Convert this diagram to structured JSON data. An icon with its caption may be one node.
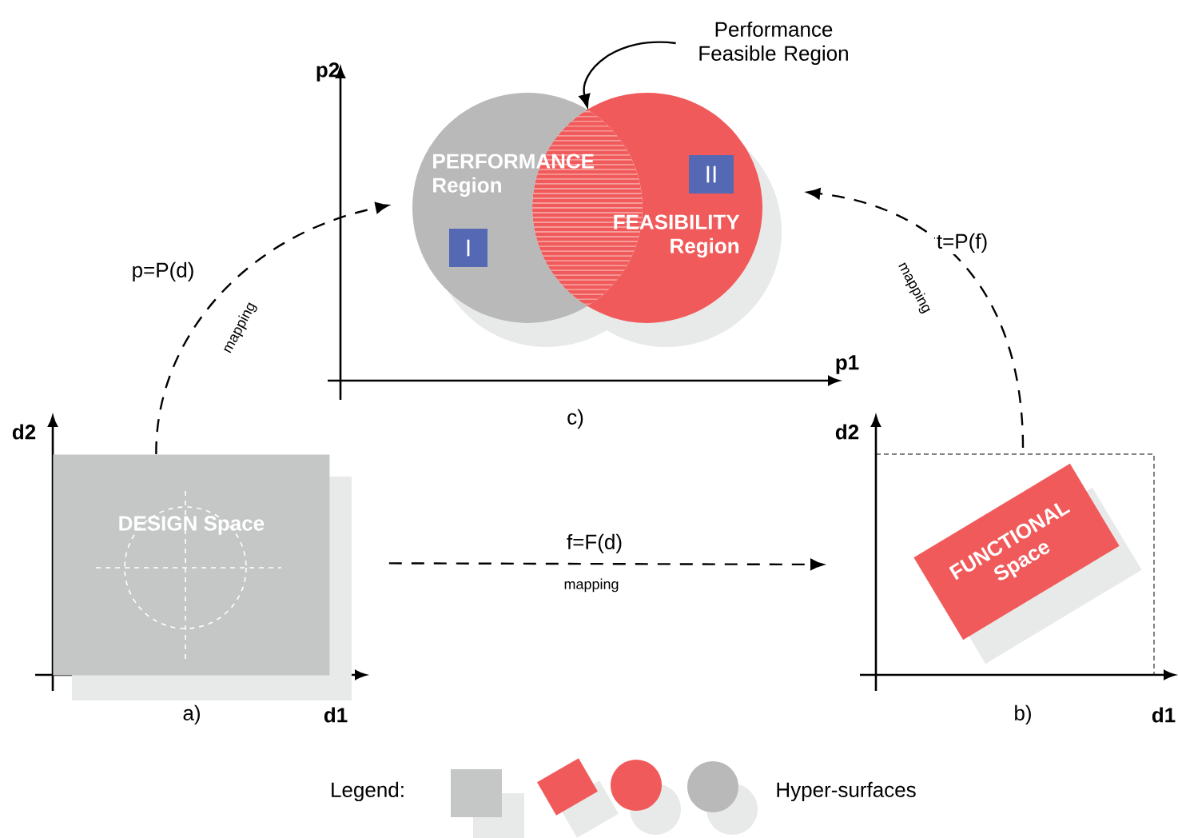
{
  "diagram": {
    "nodes": [
      {
        "text": [
          "DESIGN Space"
        ]
      },
      {
        "text": [
          "FUNCTIONAL Space"
        ]
      },
      {
        "text": [
          "PERFORMANCE Region"
        ]
      },
      {
        "text": [
          "FEASIBILITY Region"
        ]
      },
      {
        "text": [
          "I"
        ],
        "in": 2
      },
      {
        "text": [
          "II"
        ],
        "in": 3
      },
      {
        "text": [
          "Performance Feasible Region"
        ]
      },
      {
        "text": [],
        "shape": "lens"
      }
    ],
    "edges": [
      {
        "from": 0,
        "to": 2,
        "arrow": "to",
        "style": "dashed",
        "label": "p=P(d)"
      },
      {
        "from": 0,
        "to": 1,
        "arrow": "to",
        "style": "dashed",
        "label": "f=F(d)"
      },
      {
        "from": 1,
        "to": 3,
        "arrow": "to",
        "style": "dashed",
        "label": "t=P(f)"
      },
      {
        "from": 6,
        "to": 7,
        "arrow": "to"
      }
    ],
    "labels": [
      "p2",
      "mapping",
      "p1",
      "mapping",
      "c)",
      "d2",
      "d2",
      "mapping",
      "a)",
      "d1",
      "b)",
      "d1",
      "Legend:"
    ],
    "legend": [
      {
        "text": "Hyper-surfaces"
      }
    ]
  }
}
